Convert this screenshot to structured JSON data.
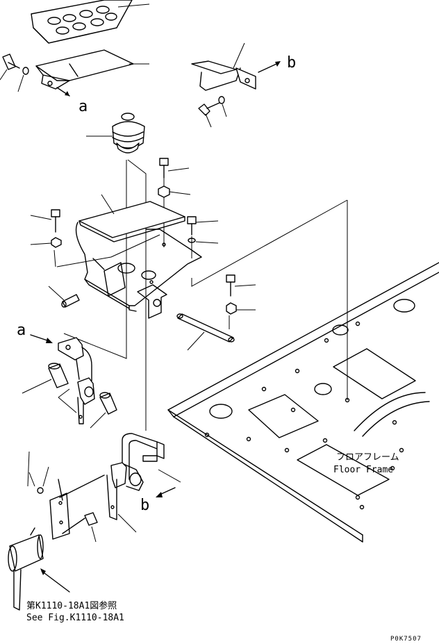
{
  "labels": {
    "a_top": "a",
    "a_left": "a",
    "b_top": "b",
    "b_bottom": "b"
  },
  "floor_frame": {
    "jp": "フロアフレーム",
    "en": "Floor Frame"
  },
  "reference": {
    "jp": "第K1110-18A1図参照",
    "en": "See Fig.K1110-18A1"
  },
  "drawing_code": "P0K7507"
}
